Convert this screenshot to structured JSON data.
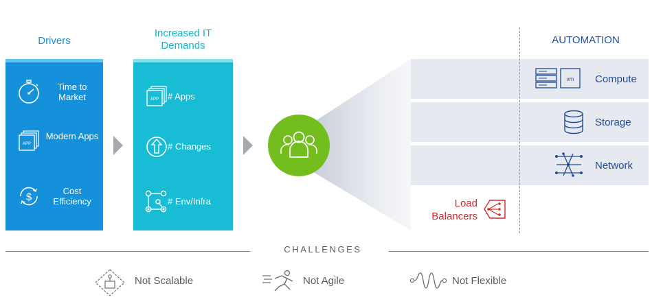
{
  "drivers": {
    "title": "Drivers",
    "items": [
      {
        "label": "Time to Market",
        "icon": "stopwatch-icon"
      },
      {
        "label": "Modern Apps",
        "icon": "app-stack-icon"
      },
      {
        "label": "Cost Efficiency",
        "icon": "dollar-cycle-icon"
      }
    ]
  },
  "demands": {
    "title": "Increased IT Demands",
    "items": [
      {
        "label": "# Apps",
        "icon": "app-stack-icon"
      },
      {
        "label": "# Changes",
        "icon": "upload-arrow-icon"
      },
      {
        "label": "# Env/Infra",
        "icon": "network-nodes-icon"
      }
    ]
  },
  "automation": {
    "title": "AUTOMATION",
    "rows": [
      {
        "label": "Compute",
        "icon": "server-vm-icon",
        "vm_text": "vm"
      },
      {
        "label": "Storage",
        "icon": "database-icon"
      },
      {
        "label": "Network",
        "icon": "network-switch-icon"
      }
    ],
    "load_balancers": {
      "label": "Load Balancers",
      "icon": "load-balancer-icon"
    }
  },
  "challenges": {
    "title": "CHALLENGES",
    "items": [
      {
        "label": "Not Scalable",
        "icon": "diamond-network-icon"
      },
      {
        "label": "Not Agile",
        "icon": "running-person-icon"
      },
      {
        "label": "Not Flexible",
        "icon": "squiggle-icon"
      }
    ]
  },
  "hub": {
    "icon": "team-group-icon"
  },
  "colors": {
    "drivers": "#1591dc",
    "demands": "#18bdd5",
    "hub": "#74bd1e",
    "automation_text": "#1d4a93",
    "load_balancer": "#d22b2b",
    "challenge_text": "#595c60"
  }
}
